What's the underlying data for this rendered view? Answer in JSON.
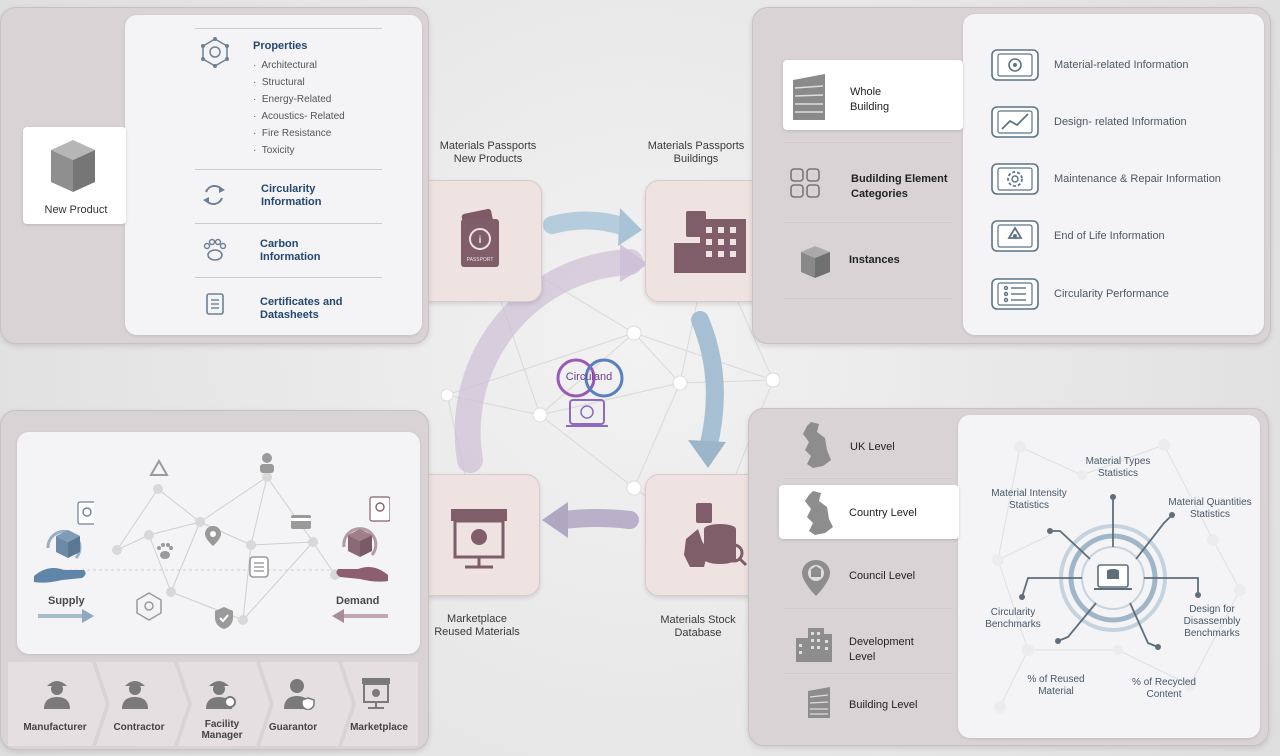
{
  "hubs": {
    "passports_new": "Materials Passports\nNew Products",
    "passports_buildings": "Materials Passports\nBuildings",
    "marketplace": "Marketplace\nReused Materials",
    "stock_db": "Materials Stock\nDatabase"
  },
  "center": {
    "logo_text": "Circuland"
  },
  "passport_icon_text": "PASSPORT",
  "top_left": {
    "new_product": "New Product",
    "properties_title": "Properties",
    "properties": [
      "Architectural",
      "Structural",
      "Energy-Related",
      "Acoustics- Related",
      "Fire Resistance",
      "Toxicity"
    ],
    "circularity": "Circularity\nInformation",
    "carbon": "Carbon\nInformation",
    "certificates": "Certificates and\nDatasheets"
  },
  "top_right": {
    "whole_building": "Whole\nBuilding",
    "element_categories": "Budilding Element\nCategories",
    "instances": "Instances",
    "info": [
      "Material-related Information",
      "Design- related Information",
      "Maintenance & Repair Information",
      "End of Life Information",
      "Circularity Performance"
    ]
  },
  "bottom_left": {
    "supply": "Supply",
    "demand": "Demand",
    "roles": [
      "Manufacturer",
      "Contractor",
      "Facility\nManager",
      "Guarantor",
      "Marketplace"
    ]
  },
  "bottom_right": {
    "levels": [
      "UK Level",
      "Country Level",
      "Council Level",
      "Development\nLevel",
      "Building Level"
    ],
    "stats": {
      "types": "Material Types\nStatistics",
      "intensity": "Material Intensity\nStatistics",
      "quantities": "Material Quantities\nStatistics",
      "circ_bench": "Circularity\nBenchmarks",
      "disassembly": "Design for\nDisassembly\nBenchmarks",
      "reused": "% of Reused\nMaterial",
      "recycled": "% of Recycled\nContent"
    }
  }
}
